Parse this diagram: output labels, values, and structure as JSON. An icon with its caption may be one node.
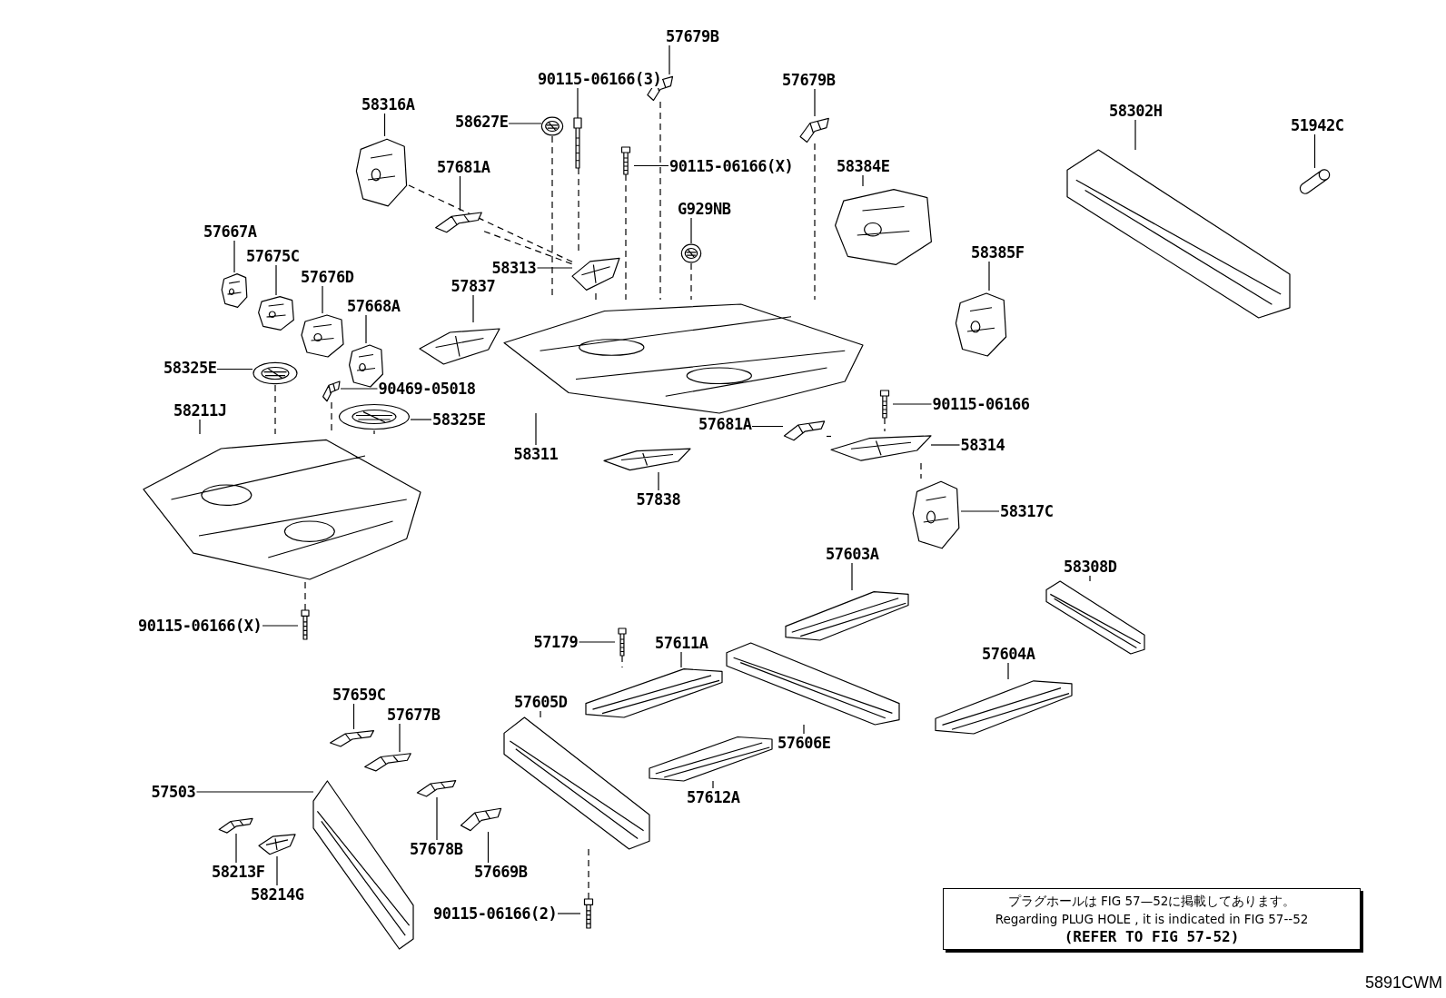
{
  "diagram": {
    "nodes": [
      {
        "text": [
          "57679B"
        ]
      },
      {
        "text": [],
        "shape": "picture"
      },
      {
        "text": [
          "90115-06166(3)"
        ]
      },
      {
        "text": [],
        "shape": "picture"
      },
      {
        "text": [
          "57679B"
        ]
      },
      {
        "text": [],
        "shape": "picture"
      },
      {
        "text": [
          "58316A"
        ]
      },
      {
        "text": [],
        "shape": "picture"
      },
      {
        "text": [
          "58627E"
        ]
      },
      {
        "text": [],
        "shape": "picture"
      },
      {
        "text": [
          "90115-06166(X)"
        ]
      },
      {
        "text": [],
        "shape": "picture"
      },
      {
        "text": [
          "58384E"
        ]
      },
      {
        "text": [],
        "shape": "picture"
      },
      {
        "text": [
          "58302H"
        ]
      },
      {
        "text": [],
        "shape": "picture"
      },
      {
        "text": [
          "51942C"
        ]
      },
      {
        "text": [],
        "shape": "picture"
      },
      {
        "text": [
          "57681A"
        ]
      },
      {
        "text": [],
        "shape": "picture"
      },
      {
        "text": [
          "G929NB"
        ]
      },
      {
        "text": [],
        "shape": "picture"
      },
      {
        "text": [
          "57667A"
        ]
      },
      {
        "text": [],
        "shape": "picture"
      },
      {
        "text": [
          "57675C"
        ]
      },
      {
        "text": [],
        "shape": "picture"
      },
      {
        "text": [
          "57676D"
        ]
      },
      {
        "text": [],
        "shape": "picture"
      },
      {
        "text": [
          "58313"
        ]
      },
      {
        "text": [],
        "shape": "picture"
      },
      {
        "text": [
          "58385F"
        ]
      },
      {
        "text": [],
        "shape": "picture"
      },
      {
        "text": [
          "57837"
        ]
      },
      {
        "text": [],
        "shape": "picture"
      },
      {
        "text": [
          "57668A"
        ]
      },
      {
        "text": [],
        "shape": "picture"
      },
      {
        "text": [
          "58325E"
        ]
      },
      {
        "text": [],
        "shape": "picture"
      },
      {
        "text": [
          "90469-05018"
        ]
      },
      {
        "text": [],
        "shape": "picture"
      },
      {
        "text": [
          "58211J"
        ]
      },
      {
        "text": [],
        "shape": "picture"
      },
      {
        "text": [
          "58325E"
        ]
      },
      {
        "text": [],
        "shape": "picture"
      },
      {
        "text": [
          "58311"
        ]
      },
      {
        "text": [],
        "shape": "picture"
      },
      {
        "text": [
          "90115-06166"
        ]
      },
      {
        "text": [],
        "shape": "picture"
      },
      {
        "text": [
          "57681A"
        ]
      },
      {
        "text": [],
        "shape": "picture"
      },
      {
        "text": [
          "58314"
        ]
      },
      {
        "text": [],
        "shape": "picture"
      },
      {
        "text": [
          "57838"
        ]
      },
      {
        "text": [],
        "shape": "picture"
      },
      {
        "text": [
          "58317C"
        ]
      },
      {
        "text": [],
        "shape": "picture"
      },
      {
        "text": [
          "57603A"
        ]
      },
      {
        "text": [],
        "shape": "picture"
      },
      {
        "text": [
          "58308D"
        ]
      },
      {
        "text": [],
        "shape": "picture"
      },
      {
        "text": [
          "90115-06166(X)"
        ]
      },
      {
        "text": [],
        "shape": "picture"
      },
      {
        "text": [
          "57179"
        ]
      },
      {
        "text": [],
        "shape": "picture"
      },
      {
        "text": [
          "57611A"
        ]
      },
      {
        "text": [],
        "shape": "picture"
      },
      {
        "text": [
          "57604A"
        ]
      },
      {
        "text": [],
        "shape": "picture"
      },
      {
        "text": [
          "57606E"
        ]
      },
      {
        "text": [],
        "shape": "picture"
      },
      {
        "text": [
          "57659C"
        ]
      },
      {
        "text": [],
        "shape": "picture"
      },
      {
        "text": [
          "57677B"
        ]
      },
      {
        "text": [],
        "shape": "picture"
      },
      {
        "text": [
          "57605D"
        ]
      },
      {
        "text": [],
        "shape": "picture"
      },
      {
        "text": [
          "57503"
        ]
      },
      {
        "text": [],
        "shape": "picture"
      },
      {
        "text": [
          "57612A"
        ]
      },
      {
        "text": [],
        "shape": "picture"
      },
      {
        "text": [
          "57678B"
        ]
      },
      {
        "text": [],
        "shape": "picture"
      },
      {
        "text": [
          "57669B"
        ]
      },
      {
        "text": [],
        "shape": "picture"
      },
      {
        "text": [
          "58213F"
        ]
      },
      {
        "text": [],
        "shape": "picture"
      },
      {
        "text": [
          "58214G"
        ]
      },
      {
        "text": [],
        "shape": "picture"
      },
      {
        "text": [
          "90115-06166(2)"
        ]
      },
      {
        "text": [],
        "shape": "picture"
      },
      {
        "text": [
          "プラグホールは FIG 57—52に掲載してあります。",
          "Regarding PLUG HOLE , it is indicated in FIG 57--52",
          "(REFER TO FIG 57-52)"
        ]
      }
    ],
    "edges": [
      {
        "from": 0,
        "to": 1,
        "arrow": "none"
      },
      {
        "from": 2,
        "to": 3,
        "arrow": "none"
      },
      {
        "from": 4,
        "to": 5,
        "arrow": "none"
      },
      {
        "from": 6,
        "to": 7,
        "arrow": "none"
      },
      {
        "from": 8,
        "to": 9,
        "arrow": "none"
      },
      {
        "from": 10,
        "to": 11,
        "arrow": "none"
      },
      {
        "from": 12,
        "to": 13,
        "arrow": "none"
      },
      {
        "from": 14,
        "to": 15,
        "arrow": "none"
      },
      {
        "from": 16,
        "to": 17,
        "arrow": "none"
      },
      {
        "from": 18,
        "to": 19,
        "arrow": "none"
      },
      {
        "from": 20,
        "to": 21,
        "arrow": "none"
      },
      {
        "from": 22,
        "to": 23,
        "arrow": "none"
      },
      {
        "from": 24,
        "to": 25,
        "arrow": "none"
      },
      {
        "from": 26,
        "to": 27,
        "arrow": "none"
      },
      {
        "from": 28,
        "to": 29,
        "arrow": "none"
      },
      {
        "from": 30,
        "to": 31,
        "arrow": "none"
      },
      {
        "from": 32,
        "to": 33,
        "arrow": "none"
      },
      {
        "from": 34,
        "to": 35,
        "arrow": "none"
      },
      {
        "from": 36,
        "to": 37,
        "arrow": "none"
      },
      {
        "from": 38,
        "to": 39,
        "arrow": "none"
      },
      {
        "from": 40,
        "to": 41,
        "arrow": "none"
      },
      {
        "from": 42,
        "to": 43,
        "arrow": "none"
      },
      {
        "from": 44,
        "to": 45,
        "arrow": "none"
      },
      {
        "from": 46,
        "to": 47,
        "arrow": "none"
      },
      {
        "from": 48,
        "to": 49,
        "arrow": "none"
      },
      {
        "from": 50,
        "to": 51,
        "arrow": "none"
      },
      {
        "from": 52,
        "to": 53,
        "arrow": "none"
      },
      {
        "from": 54,
        "to": 55,
        "arrow": "none"
      },
      {
        "from": 56,
        "to": 57,
        "arrow": "none"
      },
      {
        "from": 58,
        "to": 59,
        "arrow": "none"
      },
      {
        "from": 60,
        "to": 61,
        "arrow": "none"
      },
      {
        "from": 62,
        "to": 63,
        "arrow": "none"
      },
      {
        "from": 64,
        "to": 65,
        "arrow": "none"
      },
      {
        "from": 66,
        "to": 67,
        "arrow": "none"
      },
      {
        "from": 68,
        "to": 69,
        "arrow": "none"
      },
      {
        "from": 70,
        "to": 71,
        "arrow": "none"
      },
      {
        "from": 72,
        "to": 73,
        "arrow": "none"
      },
      {
        "from": 74,
        "to": 75,
        "arrow": "none"
      },
      {
        "from": 76,
        "to": 77,
        "arrow": "none"
      },
      {
        "from": 78,
        "to": 79,
        "arrow": "none"
      },
      {
        "from": 80,
        "to": 81,
        "arrow": "none"
      },
      {
        "from": 82,
        "to": 83,
        "arrow": "none"
      },
      {
        "from": 84,
        "to": 85,
        "arrow": "none"
      },
      {
        "from": 86,
        "to": 87,
        "arrow": "none"
      },
      {
        "from": 88,
        "to": 89,
        "arrow": "none"
      },
      {
        "from": 9,
        "to": 45,
        "arrow": "none",
        "style": "dashed"
      },
      {
        "from": 3,
        "to": 29,
        "arrow": "none",
        "style": "dashed"
      },
      {
        "from": 7,
        "to": 29,
        "arrow": "none",
        "style": "dashed"
      },
      {
        "from": 19,
        "to": 29,
        "arrow": "none",
        "style": "dashed"
      },
      {
        "from": 29,
        "to": 45,
        "arrow": "none",
        "style": "dashed"
      },
      {
        "from": 1,
        "to": 45,
        "arrow": "none",
        "style": "dashed"
      },
      {
        "from": 11,
        "to": 45,
        "arrow": "none",
        "style": "dashed"
      },
      {
        "from": 21,
        "to": 45,
        "arrow": "none",
        "style": "dashed"
      },
      {
        "from": 5,
        "to": 45,
        "arrow": "none",
        "style": "dashed"
      },
      {
        "from": 49,
        "to": 51,
        "arrow": "none",
        "style": "dashed"
      },
      {
        "from": 47,
        "to": 51,
        "arrow": "none",
        "style": "dashed"
      },
      {
        "from": 51,
        "to": 55,
        "arrow": "none",
        "style": "dashed"
      },
      {
        "from": 37,
        "to": 41,
        "arrow": "none",
        "style": "dashed"
      },
      {
        "from": 43,
        "to": 41,
        "arrow": "none",
        "style": "dashed"
      },
      {
        "from": 39,
        "to": 41,
        "arrow": "none",
        "style": "dashed"
      },
      {
        "from": 61,
        "to": 41,
        "arrow": "none",
        "style": "dashed"
      },
      {
        "from": 63,
        "to": 65,
        "arrow": "none",
        "style": "dashed"
      },
      {
        "from": 89,
        "to": 75,
        "arrow": "none",
        "style": "dashed"
      }
    ],
    "labels": [
      "5891CWM"
    ]
  }
}
